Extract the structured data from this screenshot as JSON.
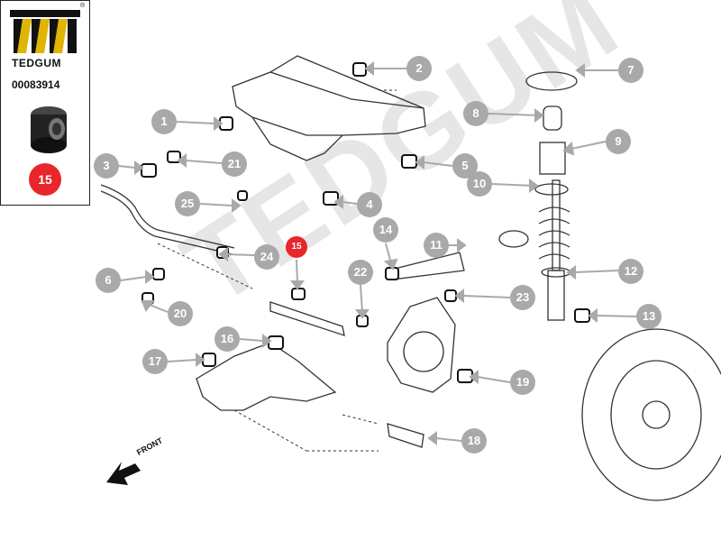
{
  "brand": {
    "name": "TEDGUM",
    "part_number": "00083914",
    "registered": "®",
    "highlight_badge": "15"
  },
  "watermark": "TEDGUM",
  "front_label": "FRONT",
  "colors": {
    "callout": "#a9a9a9",
    "highlight": "#e8262b"
  },
  "callouts": [
    {
      "id": "1",
      "label": "1"
    },
    {
      "id": "2",
      "label": "2"
    },
    {
      "id": "3",
      "label": "3"
    },
    {
      "id": "4",
      "label": "4"
    },
    {
      "id": "5",
      "label": "5"
    },
    {
      "id": "6",
      "label": "6"
    },
    {
      "id": "7",
      "label": "7"
    },
    {
      "id": "8",
      "label": "8"
    },
    {
      "id": "9",
      "label": "9"
    },
    {
      "id": "10",
      "label": "10"
    },
    {
      "id": "11",
      "label": "11"
    },
    {
      "id": "12",
      "label": "12"
    },
    {
      "id": "13",
      "label": "13"
    },
    {
      "id": "14",
      "label": "14"
    },
    {
      "id": "15",
      "label": "15"
    },
    {
      "id": "16",
      "label": "16"
    },
    {
      "id": "17",
      "label": "17"
    },
    {
      "id": "18",
      "label": "18"
    },
    {
      "id": "19",
      "label": "19"
    },
    {
      "id": "20",
      "label": "20"
    },
    {
      "id": "21",
      "label": "21"
    },
    {
      "id": "22",
      "label": "22"
    },
    {
      "id": "23",
      "label": "23"
    },
    {
      "id": "24",
      "label": "24"
    },
    {
      "id": "25",
      "label": "25"
    }
  ]
}
